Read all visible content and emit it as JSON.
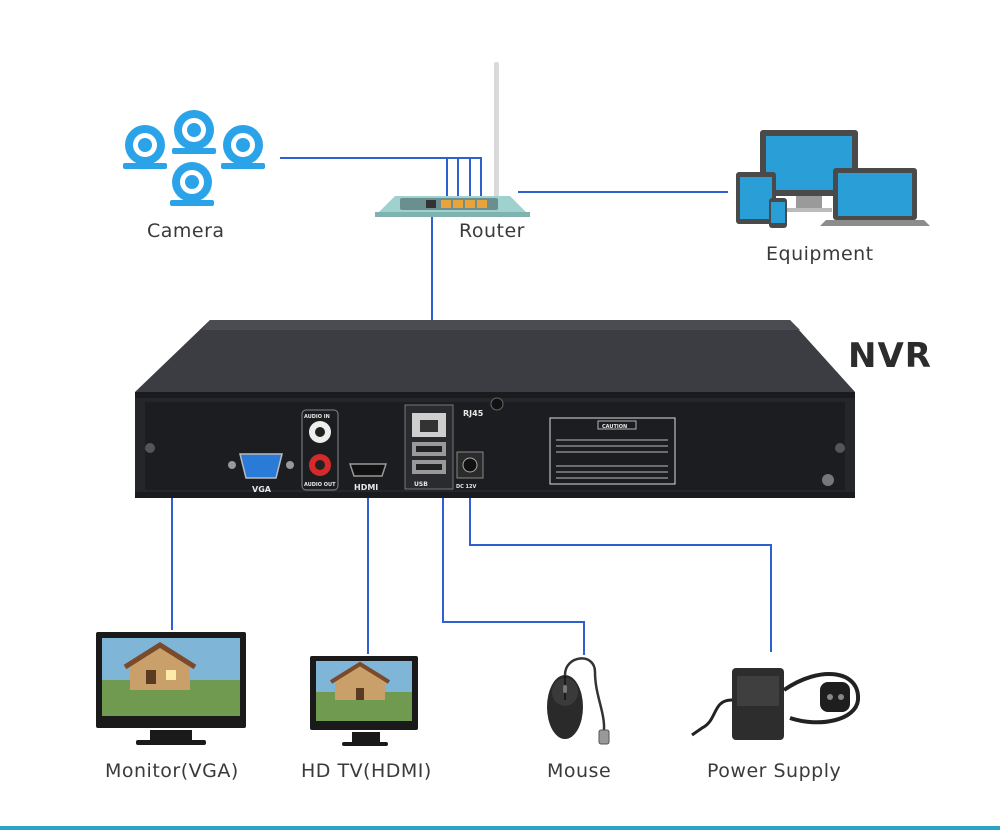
{
  "labels": {
    "camera": "Camera",
    "router": "Router",
    "equipment": "Equipment",
    "nvr": "NVR",
    "monitor": "Monitor(VGA)",
    "hdtv": "HD TV(HDMI)",
    "mouse": "Mouse",
    "power": "Power Supply"
  },
  "ports": {
    "audio_in": "AUDIO IN",
    "audio_out": "AUDIO OUT",
    "vga": "VGA",
    "hdmi": "HDMI",
    "rj45": "RJ45",
    "usb": "USB",
    "dc": "DC 12V",
    "caution": "CAUTION"
  },
  "colors": {
    "connector_line": "#2f5fd0",
    "icon_blue": "#2aa3e8",
    "nvr_body": "#2b2d31",
    "accent_bar": "#2aa3c4"
  }
}
